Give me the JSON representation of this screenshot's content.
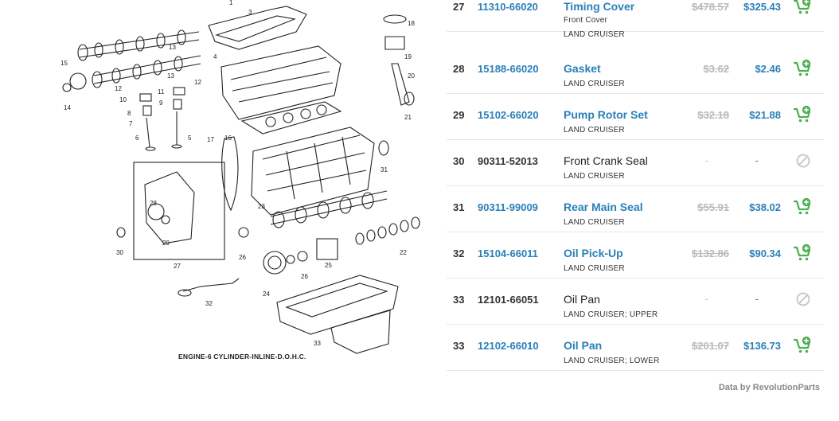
{
  "diagram": {
    "caption": "ENGINE-6 CYLINDER-INLINE-D.O.H.C.",
    "callouts": [
      "1",
      "3",
      "4",
      "5",
      "6",
      "7",
      "8",
      "9",
      "10",
      "11",
      "12",
      "13",
      "14",
      "15",
      "16",
      "17",
      "18",
      "19",
      "20",
      "21",
      "22",
      "23",
      "24",
      "25",
      "26",
      "27",
      "28",
      "29",
      "30",
      "31",
      "32",
      "33"
    ]
  },
  "parts": [
    {
      "ref": "27",
      "part_no": "11310-66020",
      "name": "Timing Cover",
      "sub1": "Front Cover",
      "sub2": "LAND CRUISER",
      "msrp": "$478.57",
      "price": "$325.43",
      "available": true
    },
    {
      "ref": "28",
      "part_no": "15188-66020",
      "name": "Gasket",
      "sub1": "",
      "sub2": "LAND CRUISER",
      "msrp": "$3.62",
      "price": "$2.46",
      "available": true
    },
    {
      "ref": "29",
      "part_no": "15102-66020",
      "name": "Pump Rotor Set",
      "sub1": "",
      "sub2": "LAND CRUISER",
      "msrp": "$32.18",
      "price": "$21.88",
      "available": true
    },
    {
      "ref": "30",
      "part_no": "90311-52013",
      "name": "Front Crank Seal",
      "sub1": "",
      "sub2": "LAND CRUISER",
      "msrp": "-",
      "price": "-",
      "available": false
    },
    {
      "ref": "31",
      "part_no": "90311-99009",
      "name": "Rear Main Seal",
      "sub1": "",
      "sub2": "LAND CRUISER",
      "msrp": "$55.91",
      "price": "$38.02",
      "available": true
    },
    {
      "ref": "32",
      "part_no": "15104-66011",
      "name": "Oil Pick-Up",
      "sub1": "",
      "sub2": "LAND CRUISER",
      "msrp": "$132.86",
      "price": "$90.34",
      "available": true
    },
    {
      "ref": "33",
      "part_no": "12101-66051",
      "name": "Oil Pan",
      "sub1": "",
      "sub2": "LAND CRUISER; UPPER",
      "msrp": "-",
      "price": "-",
      "available": false
    },
    {
      "ref": "33",
      "part_no": "12102-66010",
      "name": "Oil Pan",
      "sub1": "",
      "sub2": "LAND CRUISER; LOWER",
      "msrp": "$201.07",
      "price": "$136.73",
      "available": true
    }
  ],
  "icons": {
    "add_to_cart": "cart-plus-icon",
    "unavailable": "no-entry-icon"
  },
  "colors": {
    "link": "#2a7fb8",
    "cart": "#4caf50",
    "muted": "#b9b9b9"
  },
  "footer": {
    "prefix": "Data by ",
    "brand": "RevolutionParts"
  }
}
